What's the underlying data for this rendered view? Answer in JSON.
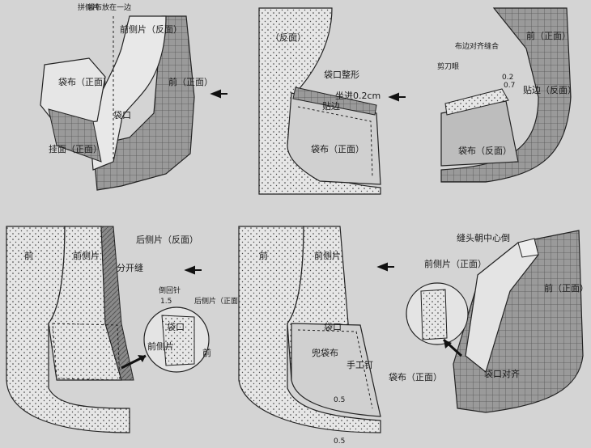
{
  "colors": {
    "paper": "#d4d4d4",
    "ink": "#1a1a1a",
    "fabric_light": "#e6e6e6",
    "fabric_dark": "#7a7a7a",
    "lining": "#bdbdbd"
  },
  "arrow_icon": "left-arrow-icon",
  "panels": [
    {
      "labels": {
        "a": "拼侧片",
        "b": "袋布放在一边",
        "c": "前侧片（反面）",
        "d": "袋布（正面）",
        "e": "前（正面）",
        "f": "袋口",
        "g": "挂面（正面）"
      }
    },
    {
      "labels": {
        "a": "（反面）",
        "b": "袋口整形",
        "c": "坐进0.2cm",
        "d": "贴边",
        "e": "袋布（正面）"
      }
    },
    {
      "labels": {
        "a": "前（正面）",
        "b": "布边对齐缝合",
        "c": "剪刀眼",
        "d": "0.2",
        "e": "0.7",
        "f": "贴边（反面）",
        "g": "袋布（反面）"
      }
    },
    {
      "labels": {
        "a": "前",
        "b": "前侧片",
        "c": "后侧片（反面）",
        "d": "分开缝",
        "e": "倒回针",
        "f": "1.5",
        "g": "后侧片（正面）",
        "h": "袋口",
        "i": "前侧片",
        "j": "前"
      }
    },
    {
      "labels": {
        "a": "前",
        "b": "前侧片",
        "c": "袋口",
        "d": "兜袋布",
        "e": "手工钉",
        "f": "袋布（正面）",
        "g": "0.5",
        "h": "0.5"
      }
    },
    {
      "labels": {
        "a": "缝头朝中心倒",
        "b": "前侧片（正面）",
        "c": "前（正面）",
        "d": "袋口对齐"
      }
    }
  ]
}
